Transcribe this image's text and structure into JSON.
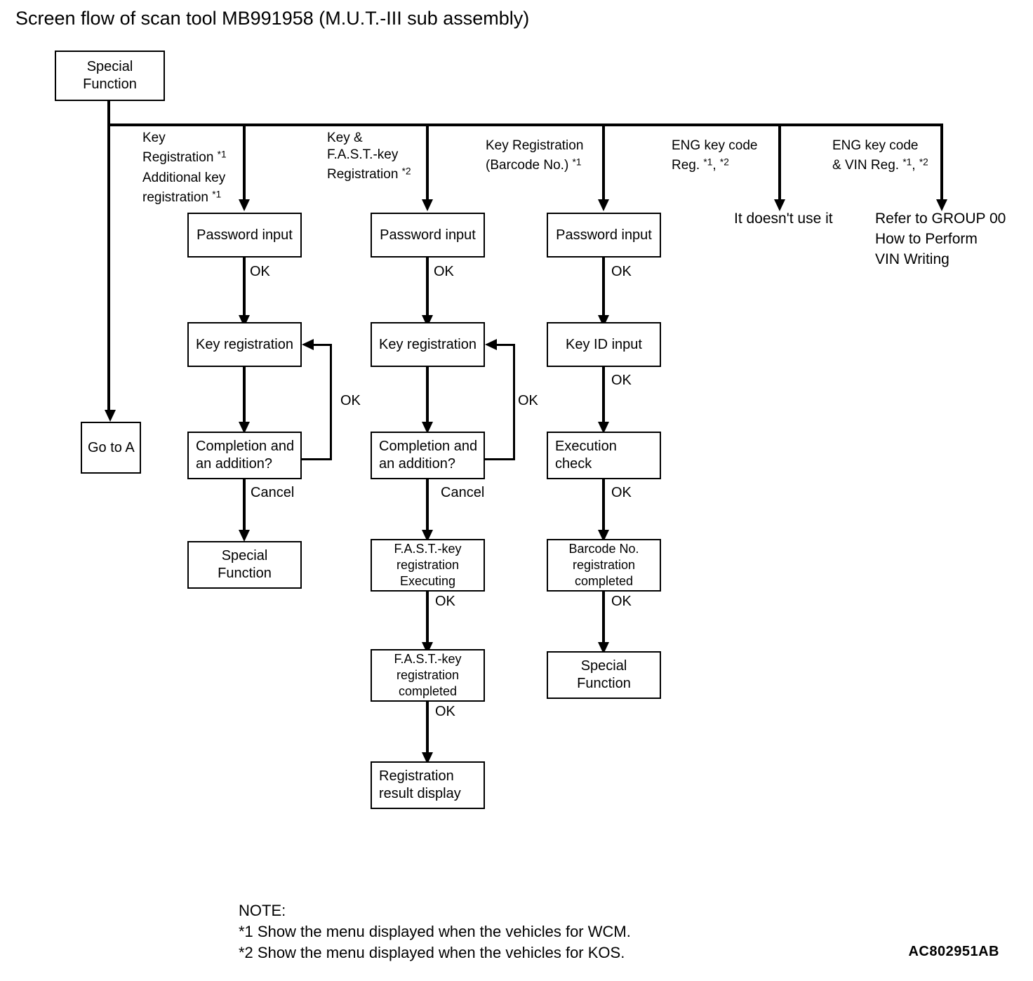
{
  "title": "Screen flow of scan tool MB991958 (M.U.T.-III sub assembly)",
  "document_id": "AC802951AB",
  "nodes": {
    "root": "Special\nFunction",
    "root_line1": "Special",
    "root_line2": "Function",
    "go_to_a": "Go to A",
    "col1": {
      "password_input": "Password input",
      "key_registration": "Key registration",
      "completion_l1": "Completion and",
      "completion_l2": "an addition?",
      "special_function_l1": "Special",
      "special_function_l2": "Function"
    },
    "col2": {
      "password_input": "Password input",
      "key_registration": "Key registration",
      "completion_l1": "Completion and",
      "completion_l2": "an addition?",
      "fast_exec_l1": "F.A.S.T.-key",
      "fast_exec_l2": "registration",
      "fast_exec_l3": "Executing",
      "fast_done_l1": "F.A.S.T.-key",
      "fast_done_l2": "registration",
      "fast_done_l3": "completed",
      "result_l1": "Registration",
      "result_l2": "result display"
    },
    "col3": {
      "password_input": "Password input",
      "key_id_input": "Key ID input",
      "execution_check_l1": "Execution",
      "execution_check_l2": "check",
      "barcode_done_l1": "Barcode No.",
      "barcode_done_l2": "registration",
      "barcode_done_l3": "completed",
      "special_function_l1": "Special",
      "special_function_l2": "Function"
    }
  },
  "branches": [
    {
      "id": "branch-key-registration",
      "label_l1": "Key",
      "label_l2": "Registration *1",
      "label_l3": "Additional key",
      "label_l4": "registration *1"
    },
    {
      "id": "branch-key-and-fast-key",
      "label_l1": "Key &",
      "label_l2": "F.A.S.T.-key",
      "label_l3": "Registration *2"
    },
    {
      "id": "branch-key-registration-barcode",
      "label_l1": "Key Registration",
      "label_l2": "(Barcode No.) *1"
    },
    {
      "id": "branch-eng-key-code-reg",
      "label_l1": "ENG key code",
      "label_l2": "Reg. *1, *2"
    },
    {
      "id": "branch-eng-key-code-vin-reg",
      "label_l1": "ENG key code",
      "label_l2": "& VIN Reg. *1, *2"
    }
  ],
  "edge_labels": {
    "ok": "OK",
    "cancel": "Cancel"
  },
  "terminal_texts": {
    "no_use": "It doesn't use it",
    "refer_l1": "Refer to GROUP 00",
    "refer_l2": "How to Perform",
    "refer_l3": "VIN Writing"
  },
  "note": {
    "heading": "NOTE:",
    "line1": "*1 Show the menu displayed when the vehicles for WCM.",
    "line2": "*2 Show the menu displayed when the vehicles for KOS."
  },
  "colors": {
    "ink": "#000000",
    "paper": "#ffffff"
  }
}
